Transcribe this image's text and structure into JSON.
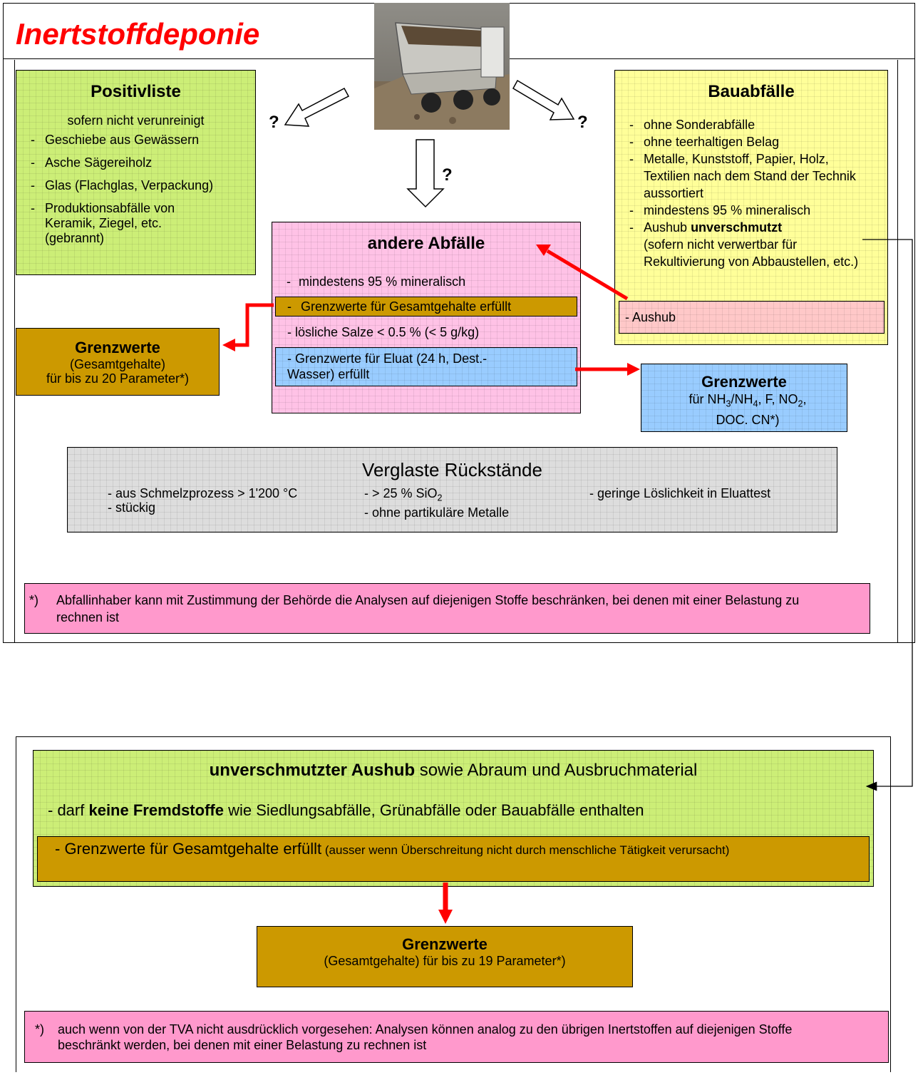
{
  "title": "Inertstoffdeponie",
  "question_mark": "?",
  "positivliste": {
    "heading": "Positivliste",
    "intro": "sofern nicht verunreinigt",
    "items": [
      "Geschiebe aus Gewässern",
      "Asche Sägereiholz",
      "Glas (Flachglas, Verpackung)",
      "Produktionsabfälle von Keramik, Ziegel, etc. (gebrannt)"
    ]
  },
  "bauabfaelle": {
    "heading": "Bauabfälle",
    "items": [
      "ohne Sonderabfälle",
      "ohne teerhaltigen Belag",
      "Metalle, Kunststoff, Papier, Holz, Textilien nach dem Stand der Technik aussortiert",
      "mindestens 95 % mineralisch"
    ],
    "aushub_prefix": "Aushub ",
    "aushub_bold": "unverschmutzt",
    "aushub_note": "(sofern nicht verwertbar für Rekultivierung von Abbaustellen, etc.)",
    "aushub_box": "- Aushub"
  },
  "andere": {
    "heading": "andere Abfälle",
    "item1": "mindestens 95 % mineralisch",
    "item2": "Grenzwerte für Gesamtgehalte erfüllt",
    "item3": "- lösliche Salze < 0.5 % (< 5 g/kg)",
    "item4": "- Grenzwerte für Eluat (24 h, Dest.-Wasser) erfüllt"
  },
  "grenzwerte_left": {
    "heading": "Grenzwerte",
    "line1": "(Gesamtgehalte)",
    "line2": "für bis zu 20 Parameter*)"
  },
  "grenzwerte_right": {
    "heading": "Grenzwerte",
    "p1": "für NH",
    "s1": "3",
    "p2": "/NH",
    "s2": "4",
    "p3": ", F, NO",
    "s3": "2",
    "p4": ",",
    "line2": "DOC. CN*)"
  },
  "verglaste": {
    "heading": "Verglaste Rückstände",
    "c1a": "- aus Schmelzprozess > 1'200 °C",
    "c1b": "- stückig",
    "c2a_pre": "- > 25 % SiO",
    "c2a_sub": "2",
    "c2b": "- ohne partikuläre Metalle",
    "c3a": "- geringe Löslichkeit in Eluattest"
  },
  "footnote1": {
    "mark": "*)",
    "text": "Abfallinhaber kann mit Zustimmung der Behörde die Analysen auf diejenigen Stoffe beschränken, bei denen mit einer Belastung zu rechnen ist"
  },
  "aushub": {
    "heading_bold": "unverschmutzter Aushub",
    "heading_rest": " sowie Abraum und Ausbruchmaterial",
    "line1_pre": "- darf ",
    "line1_bold": "keine Fremdstoffe",
    "line1_rest": " wie Siedlungsabfälle, Grünabfälle oder Bauabfälle enthalten",
    "line2_big": "- Grenzwerte für Gesamtgehalte erfüllt",
    "line2_small": " (ausser wenn Überschreitung nicht durch menschliche Tätigkeit verursacht)"
  },
  "grenzwerte_bottom": {
    "heading": "Grenzwerte",
    "line": "(Gesamtgehalte) für bis zu 19 Parameter*)"
  },
  "footnote2": {
    "mark": "*)",
    "text": "auch wenn von der TVA nicht ausdrücklich vorgesehen: Analysen können analog zu den übrigen Inertstoffen auf diejenigen Stoffe beschränkt werden, bei denen mit einer Belastung zu rechnen ist"
  },
  "colors": {
    "title": "#ff0000",
    "green": "#ccee77",
    "yellow": "#ffff99",
    "pink": "#ffc2e6",
    "brown": "#cc9900",
    "blue": "#99ccff",
    "grey": "#dddddd",
    "footnote": "#ff99cc",
    "arrow": "#ff0000"
  }
}
